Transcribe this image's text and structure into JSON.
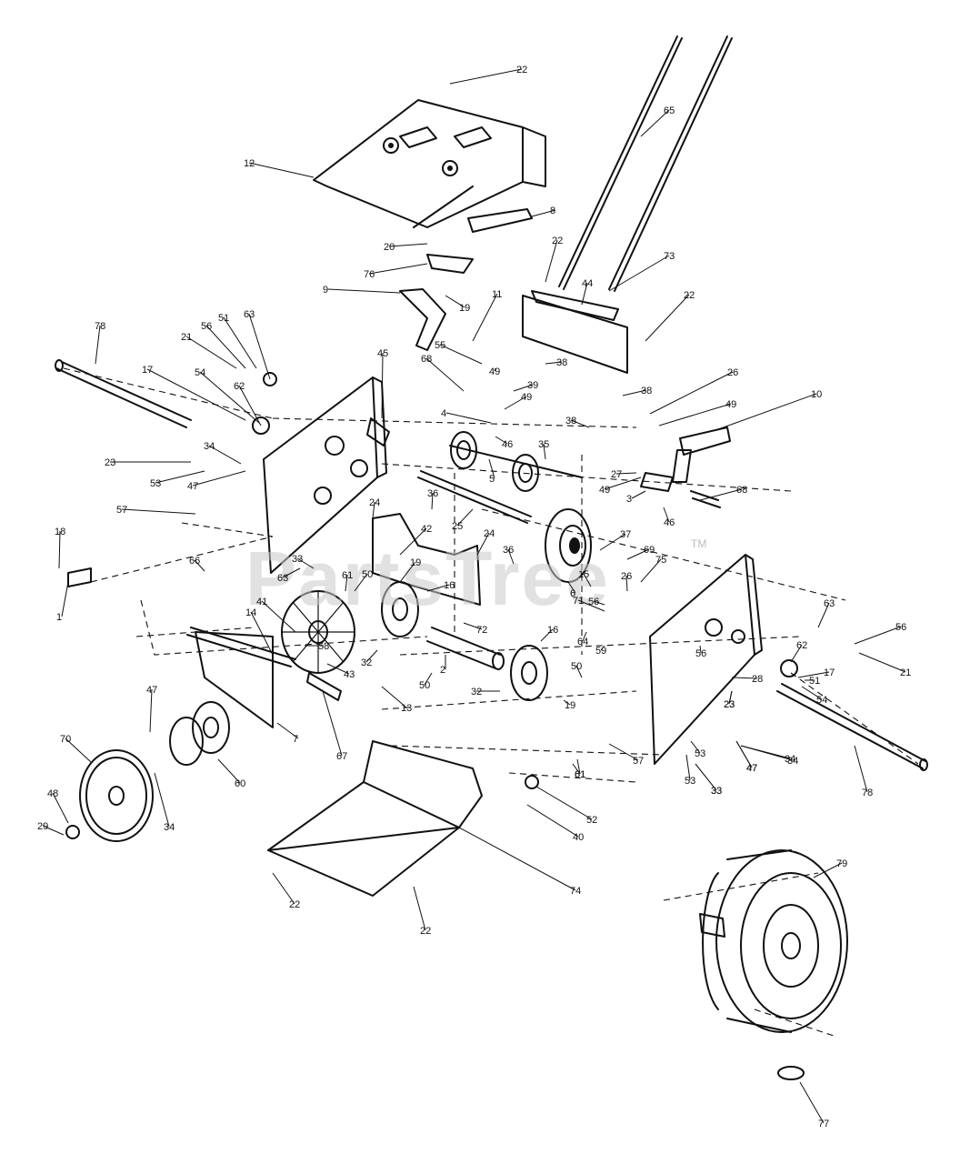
{
  "watermark": {
    "text": "PartsTree",
    "trademark": "TM"
  },
  "callouts": [
    {
      "id": "c01",
      "label": "22"
    },
    {
      "id": "c02",
      "label": "65"
    },
    {
      "id": "c03",
      "label": "12"
    },
    {
      "id": "c04",
      "label": "8"
    },
    {
      "id": "c05",
      "label": "20"
    },
    {
      "id": "c06",
      "label": "76"
    },
    {
      "id": "c07",
      "label": "22"
    },
    {
      "id": "c08",
      "label": "73"
    },
    {
      "id": "c09",
      "label": "44"
    },
    {
      "id": "c10",
      "label": "22"
    },
    {
      "id": "c11",
      "label": "9"
    },
    {
      "id": "c12",
      "label": "19"
    },
    {
      "id": "c13",
      "label": "11"
    },
    {
      "id": "c14",
      "label": "78"
    },
    {
      "id": "c15",
      "label": "56"
    },
    {
      "id": "c16",
      "label": "51"
    },
    {
      "id": "c17",
      "label": "63"
    },
    {
      "id": "c18",
      "label": "21"
    },
    {
      "id": "c19",
      "label": "45"
    },
    {
      "id": "c20",
      "label": "55"
    },
    {
      "id": "c21",
      "label": "68"
    },
    {
      "id": "c22",
      "label": "49"
    },
    {
      "id": "c23",
      "label": "38"
    },
    {
      "id": "c24",
      "label": "26"
    },
    {
      "id": "c25",
      "label": "17"
    },
    {
      "id": "c26",
      "label": "54"
    },
    {
      "id": "c27",
      "label": "62"
    },
    {
      "id": "c28",
      "label": "39"
    },
    {
      "id": "c29",
      "label": "38"
    },
    {
      "id": "c30",
      "label": "49"
    },
    {
      "id": "c31",
      "label": "49"
    },
    {
      "id": "c32",
      "label": "10"
    },
    {
      "id": "c33",
      "label": "4"
    },
    {
      "id": "c34",
      "label": "38"
    },
    {
      "id": "c35",
      "label": "46"
    },
    {
      "id": "c36",
      "label": "35"
    },
    {
      "id": "c37",
      "label": "34"
    },
    {
      "id": "c38",
      "label": "23"
    },
    {
      "id": "c39",
      "label": "5"
    },
    {
      "id": "c40",
      "label": "27"
    },
    {
      "id": "c41",
      "label": "53"
    },
    {
      "id": "c42",
      "label": "47"
    },
    {
      "id": "c43",
      "label": "49"
    },
    {
      "id": "c44",
      "label": "3"
    },
    {
      "id": "c45",
      "label": "68"
    },
    {
      "id": "c46",
      "label": "24"
    },
    {
      "id": "c47",
      "label": "36"
    },
    {
      "id": "c48",
      "label": "46"
    },
    {
      "id": "c49",
      "label": "57"
    },
    {
      "id": "c50",
      "label": "42"
    },
    {
      "id": "c51",
      "label": "25"
    },
    {
      "id": "c52",
      "label": "24"
    },
    {
      "id": "c53",
      "label": "37"
    },
    {
      "id": "c54",
      "label": "18"
    },
    {
      "id": "c55",
      "label": "36"
    },
    {
      "id": "c56",
      "label": "69"
    },
    {
      "id": "c57",
      "label": "66"
    },
    {
      "id": "c58",
      "label": "61"
    },
    {
      "id": "c59",
      "label": "19"
    },
    {
      "id": "c60",
      "label": "15"
    },
    {
      "id": "c61",
      "label": "75"
    },
    {
      "id": "c62",
      "label": "26"
    },
    {
      "id": "c63",
      "label": "1"
    },
    {
      "id": "c64",
      "label": "63"
    },
    {
      "id": "c65",
      "label": "33"
    },
    {
      "id": "c66",
      "label": "50"
    },
    {
      "id": "c67",
      "label": "16"
    },
    {
      "id": "c68",
      "label": "6"
    },
    {
      "id": "c69",
      "label": "56"
    },
    {
      "id": "c70",
      "label": "71"
    },
    {
      "id": "c71",
      "label": "41"
    },
    {
      "id": "c72",
      "label": "72"
    },
    {
      "id": "c73",
      "label": "63"
    },
    {
      "id": "c74",
      "label": "56"
    },
    {
      "id": "c75",
      "label": "14"
    },
    {
      "id": "c76",
      "label": "64"
    },
    {
      "id": "c77",
      "label": "59"
    },
    {
      "id": "c78",
      "label": "62"
    },
    {
      "id": "c79",
      "label": "58"
    },
    {
      "id": "c80",
      "label": "16"
    },
    {
      "id": "c81",
      "label": "56"
    },
    {
      "id": "c82",
      "label": "43"
    },
    {
      "id": "c83",
      "label": "32"
    },
    {
      "id": "c84",
      "label": "50"
    },
    {
      "id": "c85",
      "label": "2"
    },
    {
      "id": "c86",
      "label": "28"
    },
    {
      "id": "c87",
      "label": "17"
    },
    {
      "id": "c88",
      "label": "51"
    },
    {
      "id": "c89",
      "label": "21"
    },
    {
      "id": "c90",
      "label": "54"
    },
    {
      "id": "c91",
      "label": "50"
    },
    {
      "id": "c92",
      "label": "32"
    },
    {
      "id": "c93",
      "label": "23"
    },
    {
      "id": "c94",
      "label": "13"
    },
    {
      "id": "c95",
      "label": "19"
    },
    {
      "id": "c96",
      "label": "47"
    },
    {
      "id": "c97",
      "label": "7"
    },
    {
      "id": "c98",
      "label": "67"
    },
    {
      "id": "c99",
      "label": "57"
    },
    {
      "id": "c100",
      "label": "61"
    },
    {
      "id": "c101",
      "label": "53"
    },
    {
      "id": "c102",
      "label": "70"
    },
    {
      "id": "c103",
      "label": "60"
    },
    {
      "id": "c104",
      "label": "34"
    },
    {
      "id": "c105",
      "label": "47"
    },
    {
      "id": "c106",
      "label": "33"
    },
    {
      "id": "c107",
      "label": "48"
    },
    {
      "id": "c108",
      "label": "34"
    },
    {
      "id": "c109",
      "label": "78"
    },
    {
      "id": "c110",
      "label": "29"
    },
    {
      "id": "c111",
      "label": "52"
    },
    {
      "id": "c112",
      "label": "40"
    },
    {
      "id": "c113",
      "label": "74"
    },
    {
      "id": "c114",
      "label": "22"
    },
    {
      "id": "c115",
      "label": "79"
    },
    {
      "id": "c116",
      "label": "22"
    },
    {
      "id": "c117",
      "label": "77"
    },
    {
      "id": "c118",
      "label": "53"
    },
    {
      "id": "c119",
      "label": "61"
    },
    {
      "id": "c120",
      "label": "33"
    },
    {
      "id": "c121",
      "label": "34"
    },
    {
      "id": "c122",
      "label": "47"
    },
    {
      "id": "c123",
      "label": "23"
    }
  ]
}
